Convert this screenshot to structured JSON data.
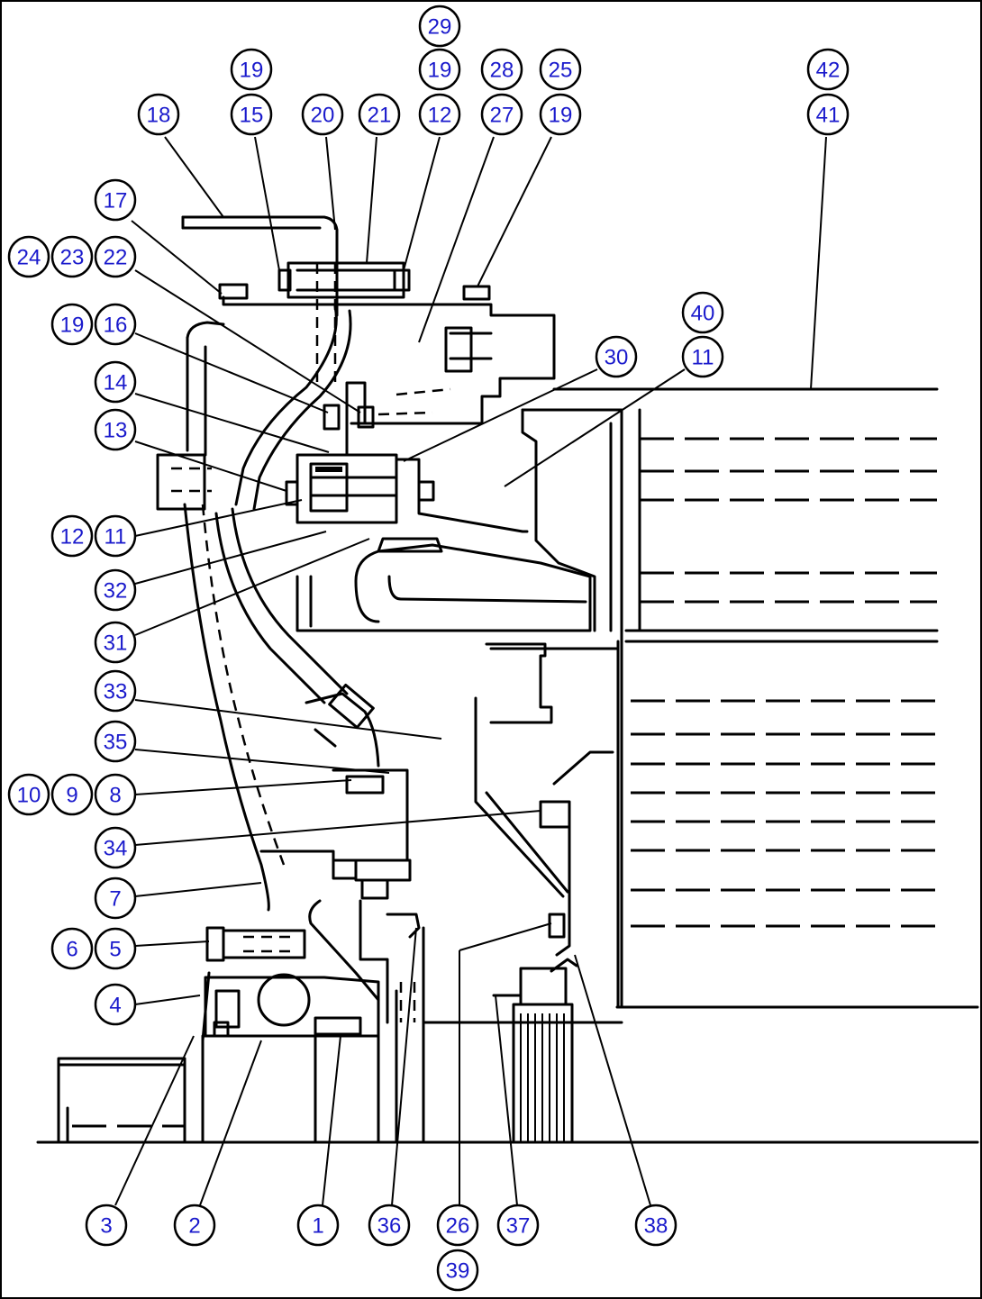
{
  "diagram": {
    "callouts": [
      {
        "id": "c29a",
        "label": "29"
      },
      {
        "id": "c19a",
        "label": "19"
      },
      {
        "id": "c19b",
        "label": "19"
      },
      {
        "id": "c28",
        "label": "28"
      },
      {
        "id": "c25",
        "label": "25"
      },
      {
        "id": "c42",
        "label": "42"
      },
      {
        "id": "c18",
        "label": "18"
      },
      {
        "id": "c15",
        "label": "15"
      },
      {
        "id": "c20",
        "label": "20"
      },
      {
        "id": "c21",
        "label": "21"
      },
      {
        "id": "c12a",
        "label": "12"
      },
      {
        "id": "c27",
        "label": "27"
      },
      {
        "id": "c19c",
        "label": "19"
      },
      {
        "id": "c41",
        "label": "41"
      },
      {
        "id": "c17",
        "label": "17"
      },
      {
        "id": "c24",
        "label": "24"
      },
      {
        "id": "c23",
        "label": "23"
      },
      {
        "id": "c22",
        "label": "22"
      },
      {
        "id": "c40",
        "label": "40"
      },
      {
        "id": "c19d",
        "label": "19"
      },
      {
        "id": "c16",
        "label": "16"
      },
      {
        "id": "c30",
        "label": "30"
      },
      {
        "id": "c11a",
        "label": "11"
      },
      {
        "id": "c14",
        "label": "14"
      },
      {
        "id": "c13",
        "label": "13"
      },
      {
        "id": "c12b",
        "label": "12"
      },
      {
        "id": "c11b",
        "label": "11"
      },
      {
        "id": "c32",
        "label": "32"
      },
      {
        "id": "c31",
        "label": "31"
      },
      {
        "id": "c33",
        "label": "33"
      },
      {
        "id": "c35",
        "label": "35"
      },
      {
        "id": "c10",
        "label": "10"
      },
      {
        "id": "c9",
        "label": "9"
      },
      {
        "id": "c8",
        "label": "8"
      },
      {
        "id": "c34",
        "label": "34"
      },
      {
        "id": "c7",
        "label": "7"
      },
      {
        "id": "c6",
        "label": "6"
      },
      {
        "id": "c5",
        "label": "5"
      },
      {
        "id": "c4",
        "label": "4"
      },
      {
        "id": "c3",
        "label": "3"
      },
      {
        "id": "c2",
        "label": "2"
      },
      {
        "id": "c1",
        "label": "1"
      },
      {
        "id": "c36",
        "label": "36"
      },
      {
        "id": "c26",
        "label": "26"
      },
      {
        "id": "c37",
        "label": "37"
      },
      {
        "id": "c38",
        "label": "38"
      },
      {
        "id": "c39",
        "label": "39"
      }
    ]
  }
}
